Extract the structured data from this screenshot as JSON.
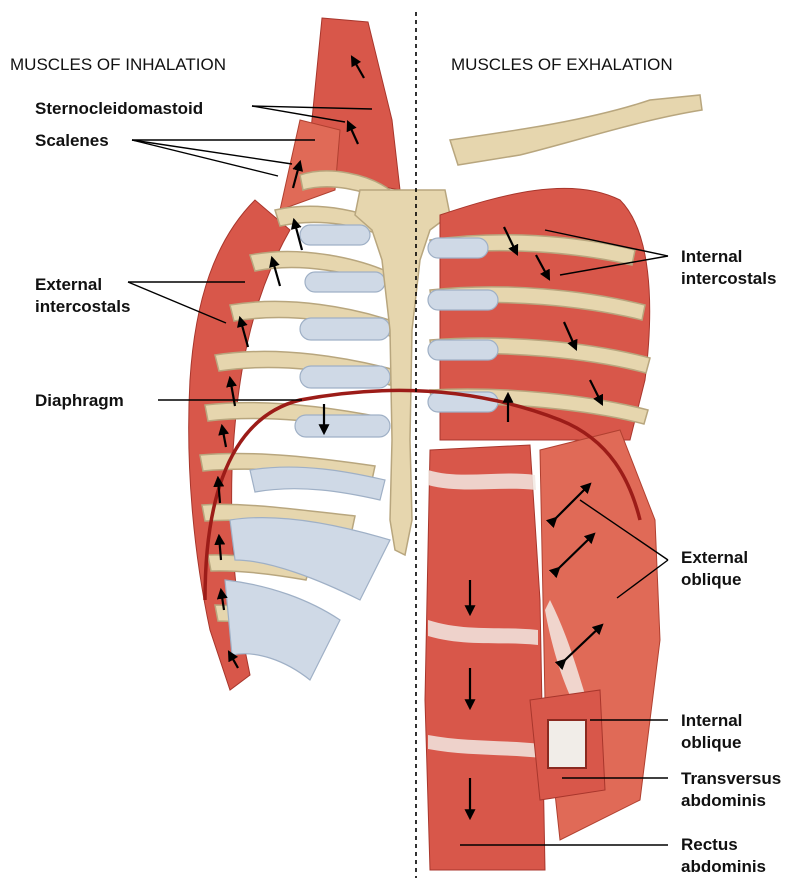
{
  "headings": {
    "inhalation": "MUSCLES OF INHALATION",
    "exhalation": "MUSCLES OF EXHALATION"
  },
  "labels": {
    "sternocleidomastoid": "Sternocleidomastoid",
    "scalenes": "Scalenes",
    "external_intercostals_1": "External",
    "external_intercostals_2": "intercostals",
    "diaphragm": "Diaphragm",
    "internal_intercostals_1": "Internal",
    "internal_intercostals_2": "intercostals",
    "external_oblique_1": "External",
    "external_oblique_2": "oblique",
    "internal_oblique_1": "Internal",
    "internal_oblique_2": "oblique",
    "transversus_1": "Transversus",
    "transversus_2": "abdominis",
    "rectus_1": "Rectus",
    "rectus_2": "abdominis"
  },
  "colors": {
    "muscle": "#d8574a",
    "bone": "#e6d6ae",
    "cartilage": "#cfd9e6",
    "diaphragm_line": "#9c1c18"
  }
}
